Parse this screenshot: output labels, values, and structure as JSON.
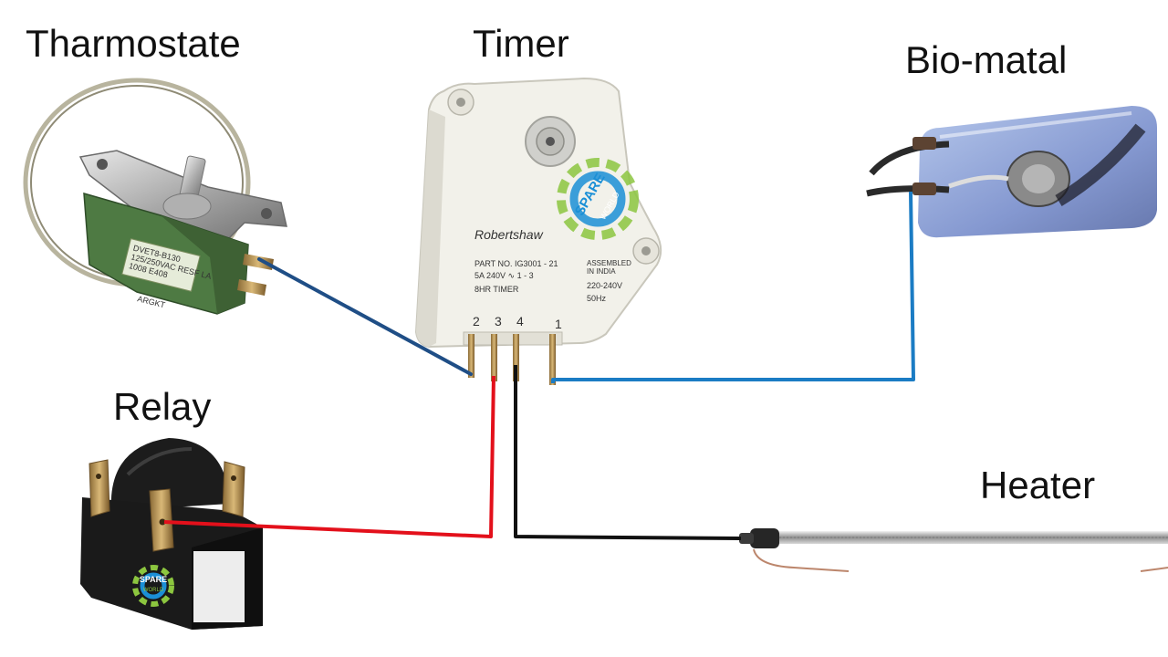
{
  "labels": {
    "thermostat": "Tharmostate",
    "timer": "Timer",
    "bimetal": "Bio-matal",
    "relay": "Relay",
    "heater": "Heater"
  },
  "timer_face": {
    "brand": "Robertshaw",
    "part_no": "PART NO. IG3001 - 21",
    "rating": "5A 240V ∿ 1 - 3",
    "period": "8HR TIMER",
    "assembled": "ASSEMBLED",
    "country": "IN INDIA",
    "voltage": "220-240V",
    "frequency": "50Hz",
    "terminals": [
      "2",
      "3",
      "4",
      "1"
    ]
  },
  "thermostat_face": {
    "model": "DVET8-B130",
    "rating": "125/250VAC RESF LA",
    "date": "1008 E408",
    "brand": "ARGKT"
  },
  "watermark": {
    "top": "SPARE",
    "bottom": "WORLD"
  },
  "colors": {
    "wire_blue_dark": "#1f4e86",
    "wire_blue_light": "#1b7cc4",
    "wire_red": "#e3101b",
    "wire_black": "#111111",
    "logo_green": "#8cc63f",
    "logo_blue": "#1b8fd6"
  }
}
